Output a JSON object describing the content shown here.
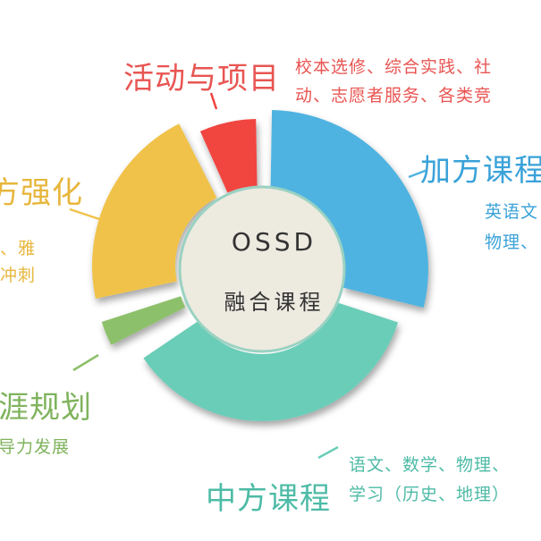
{
  "center": {
    "title": "OSSD",
    "subtitle": "融合课程"
  },
  "segments": [
    {
      "key": "activities",
      "title": "活动与项目",
      "lines": [
        "校本选修、综合实践、社",
        "动、志愿者服务、各类竞"
      ],
      "color": "#f14441",
      "text_color": "#e85552"
    },
    {
      "key": "plus",
      "title": "加方课程",
      "lines": [
        "英语文",
        "物理、"
      ],
      "color": "#4fb3e1",
      "text_color": "#3aa2d9"
    },
    {
      "key": "china",
      "title": "中方课程",
      "lines": [
        "语文、数学、物理、",
        "学习（历史、地理）"
      ],
      "color": "#6acdb8",
      "text_color": "#4dbba6"
    },
    {
      "key": "career",
      "title": "涯规划",
      "lines": [
        "导力发展"
      ],
      "color": "#8dc06a",
      "text_color": "#7fb35c"
    },
    {
      "key": "strength",
      "title": "方强化",
      "lines": [
        "、雅",
        "冲刺"
      ],
      "color": "#f0c24a",
      "text_color": "#e7b63c"
    }
  ],
  "center_colors": {
    "fill": "#edeae0",
    "border": "#9ad2c2",
    "text": "#333333"
  }
}
